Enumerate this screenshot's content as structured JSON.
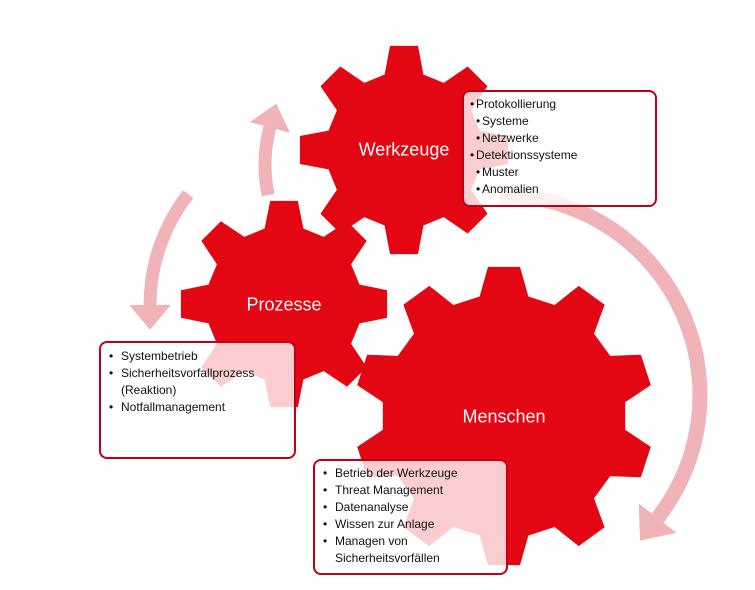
{
  "colors": {
    "gear": "#e30613",
    "arrow": "#f0b3b8",
    "box_border": "#c00018"
  },
  "gears": {
    "werkzeuge": {
      "label": "Werkzeuge"
    },
    "prozesse": {
      "label": "Prozesse"
    },
    "menschen": {
      "label": "Menschen"
    }
  },
  "boxes": {
    "werkzeuge": {
      "items": [
        {
          "text": "Protokollierung",
          "level": 0
        },
        {
          "text": "Systeme",
          "level": 1
        },
        {
          "text": "Netzwerke",
          "level": 1
        },
        {
          "text": "Detektionssysteme",
          "level": 0
        },
        {
          "text": "Muster",
          "level": 1
        },
        {
          "text": "Anomalien",
          "level": 1
        }
      ]
    },
    "prozesse": {
      "items": [
        {
          "text": "Systembetrieb"
        },
        {
          "text": "Sicherheitsvorfallprozess (Reaktion)"
        },
        {
          "text": "Notfallmanagement"
        }
      ]
    },
    "menschen": {
      "items": [
        {
          "text": "Betrieb der Werkzeuge"
        },
        {
          "text": "Threat Management"
        },
        {
          "text": "Datenanalyse"
        },
        {
          "text": "Wissen zur Anlage"
        },
        {
          "text": "Managen von Sicherheitsvorfällen"
        }
      ]
    }
  }
}
